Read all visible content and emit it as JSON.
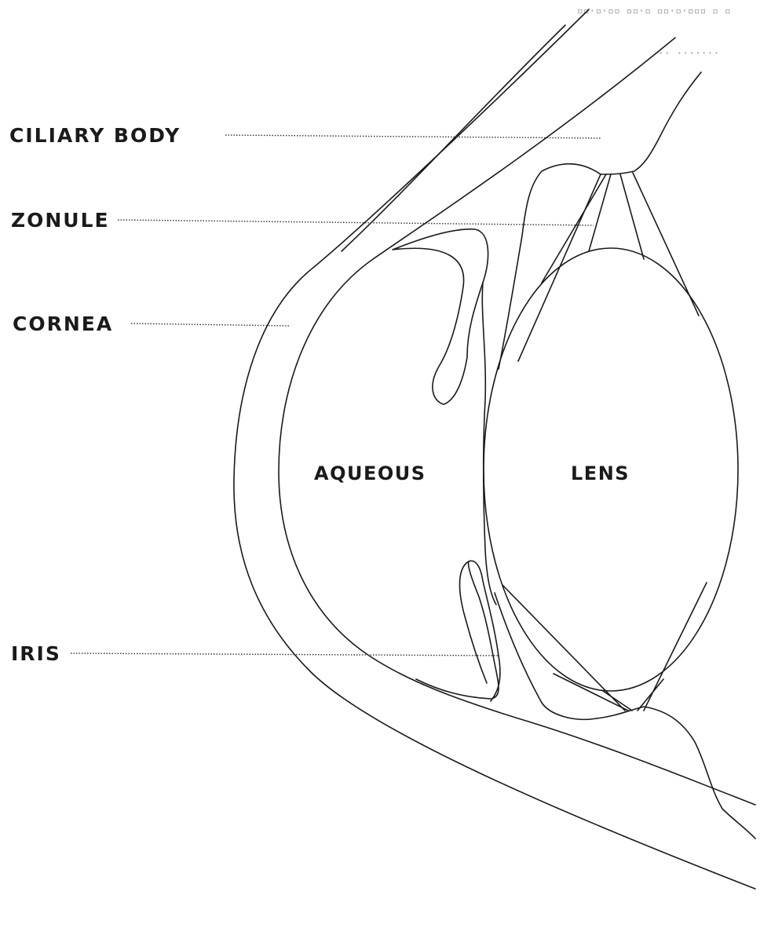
{
  "labels": {
    "ciliary_body": "CILIARY BODY",
    "zonule": "ZONULE",
    "cornea": "CORNEA",
    "iris": "IRIS",
    "aqueous": "AQUEOUS",
    "lens": "LENS"
  },
  "colors": {
    "line": "#1a1a1a",
    "background": "#ffffff"
  }
}
